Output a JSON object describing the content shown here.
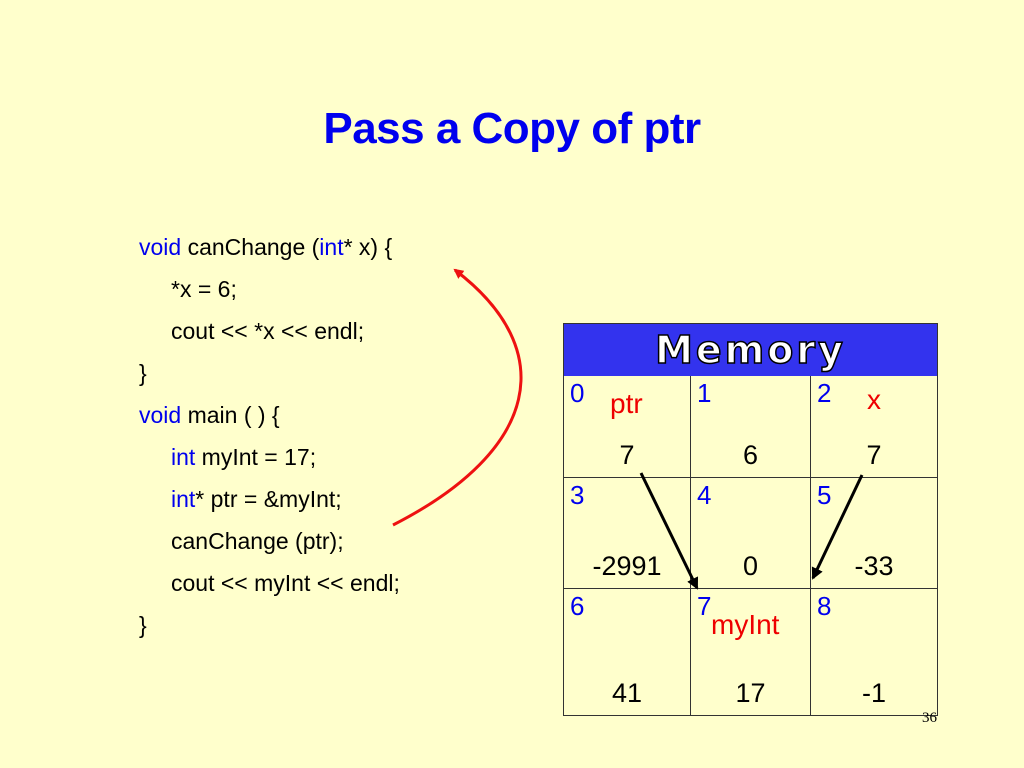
{
  "title": "Pass a Copy of ptr",
  "code": [
    [
      {
        "t": "void",
        "kw": true
      },
      {
        "t": " canChange (",
        "kw": false
      },
      {
        "t": "int",
        "kw": true
      },
      {
        "t": "* x) {",
        "kw": false
      }
    ],
    [
      {
        "t": "*x = 6;",
        "kw": false
      }
    ],
    [
      {
        "t": "cout << *x << endl;",
        "kw": false
      }
    ],
    [
      {
        "t": "}",
        "kw": false
      }
    ],
    [
      {
        "t": "void",
        "kw": true
      },
      {
        "t": " main ( ) {",
        "kw": false
      }
    ],
    [
      {
        "t": "int",
        "kw": true
      },
      {
        "t": " myInt = 17;",
        "kw": false
      }
    ],
    [
      {
        "t": "int",
        "kw": true
      },
      {
        "t": "* ptr = &myInt;",
        "kw": false
      }
    ],
    [
      {
        "t": "canChange (ptr);",
        "kw": false
      }
    ],
    [
      {
        "t": "cout << myInt << endl;",
        "kw": false
      }
    ],
    [
      {
        "t": "}",
        "kw": false
      }
    ]
  ],
  "memory": {
    "header": "Memory",
    "cells": [
      {
        "addr": "0",
        "label": "ptr",
        "value": "7"
      },
      {
        "addr": "1",
        "label": "",
        "value": "6"
      },
      {
        "addr": "2",
        "label": "x",
        "value": "7"
      },
      {
        "addr": "3",
        "label": "",
        "value": "-2991"
      },
      {
        "addr": "4",
        "label": "",
        "value": "0"
      },
      {
        "addr": "5",
        "label": "",
        "value": "-33"
      },
      {
        "addr": "6",
        "label": "",
        "value": "41"
      },
      {
        "addr": "7",
        "label": "myInt",
        "value": "17"
      },
      {
        "addr": "8",
        "label": "",
        "value": "-1"
      }
    ]
  },
  "colors": {
    "background": "#ffffcc",
    "title": "#0000ee",
    "keyword": "#0000ee",
    "label": "#ee0000",
    "memory_header": "#3333ee",
    "arrow_red": "#ee1111",
    "arrow_black": "#000000"
  },
  "slide_number": "36"
}
